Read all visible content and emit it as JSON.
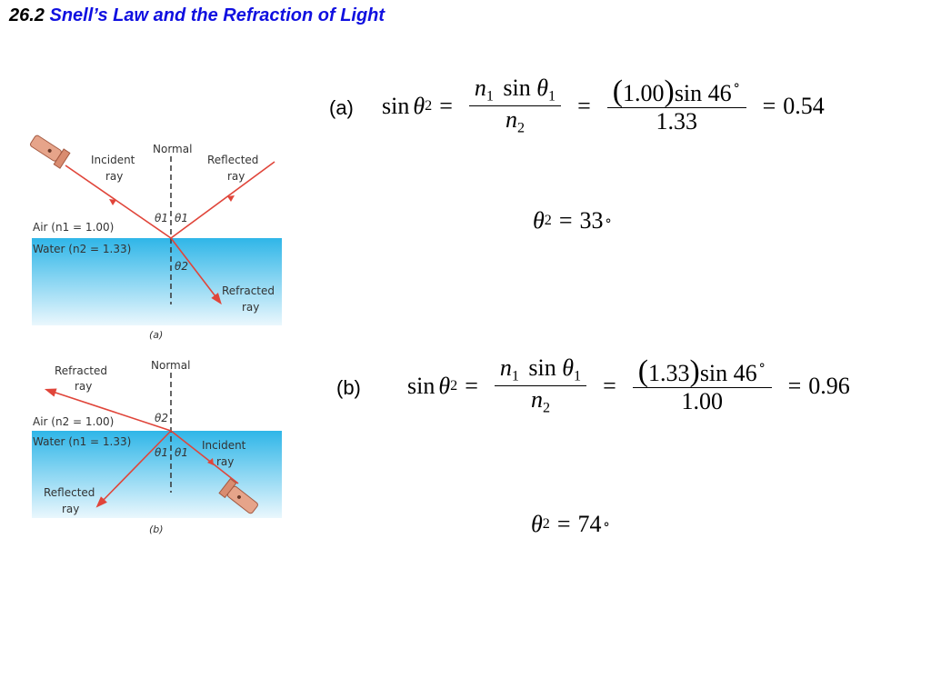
{
  "header": {
    "number": "26.2",
    "title": "Snell’s Law and the Refraction of Light"
  },
  "figure_a": {
    "normal": "Normal",
    "incident": [
      "Incident",
      "ray"
    ],
    "reflected": [
      "Reflected",
      "ray"
    ],
    "refracted": [
      "Refracted",
      "ray"
    ],
    "theta1": "θ1",
    "theta2": "θ2",
    "air": "Air (n1 = 1.00)",
    "water": "Water (n2 = 1.33)",
    "caption": "(a)"
  },
  "figure_b": {
    "normal": "Normal",
    "refracted": [
      "Refracted",
      "ray"
    ],
    "incident": [
      "Incident",
      "ray"
    ],
    "reflected": [
      "Reflected",
      "ray"
    ],
    "theta1": "θ1",
    "theta2": "θ2",
    "air": "Air (n2 = 1.00)",
    "water": "Water (n1 = 1.33)",
    "caption": "(b)"
  },
  "part_a": {
    "label": "(a)",
    "lhs": "sin",
    "lhs_theta": "θ",
    "lhs_sub": "2",
    "n_num": "n",
    "n_num_sub": "1",
    "sin_num": "sin",
    "theta_num": "θ",
    "theta_num_sub": "1",
    "n_den": "n",
    "n_den_sub": "2",
    "paren_value": "1.00",
    "sin_angle": "sin 46",
    "denominator": "1.33",
    "result": "0.54",
    "answer_theta": "θ",
    "answer_sub": "2",
    "answer_value": "33"
  },
  "part_b": {
    "label": "(b)",
    "lhs": "sin",
    "lhs_theta": "θ",
    "lhs_sub": "2",
    "n_num": "n",
    "n_num_sub": "1",
    "sin_num": "sin",
    "theta_num": "θ",
    "theta_num_sub": "1",
    "n_den": "n",
    "n_den_sub": "2",
    "paren_value": "1.33",
    "sin_angle": "sin 46",
    "denominator": "1.00",
    "result": "0.96",
    "answer_theta": "θ",
    "answer_sub": "2",
    "answer_value": "74"
  },
  "colors": {
    "title_blue": "#1010e0",
    "ray_red": "#e0453a",
    "water_top": "#2fb6e8",
    "water_bottom": "#e8f6fc"
  }
}
